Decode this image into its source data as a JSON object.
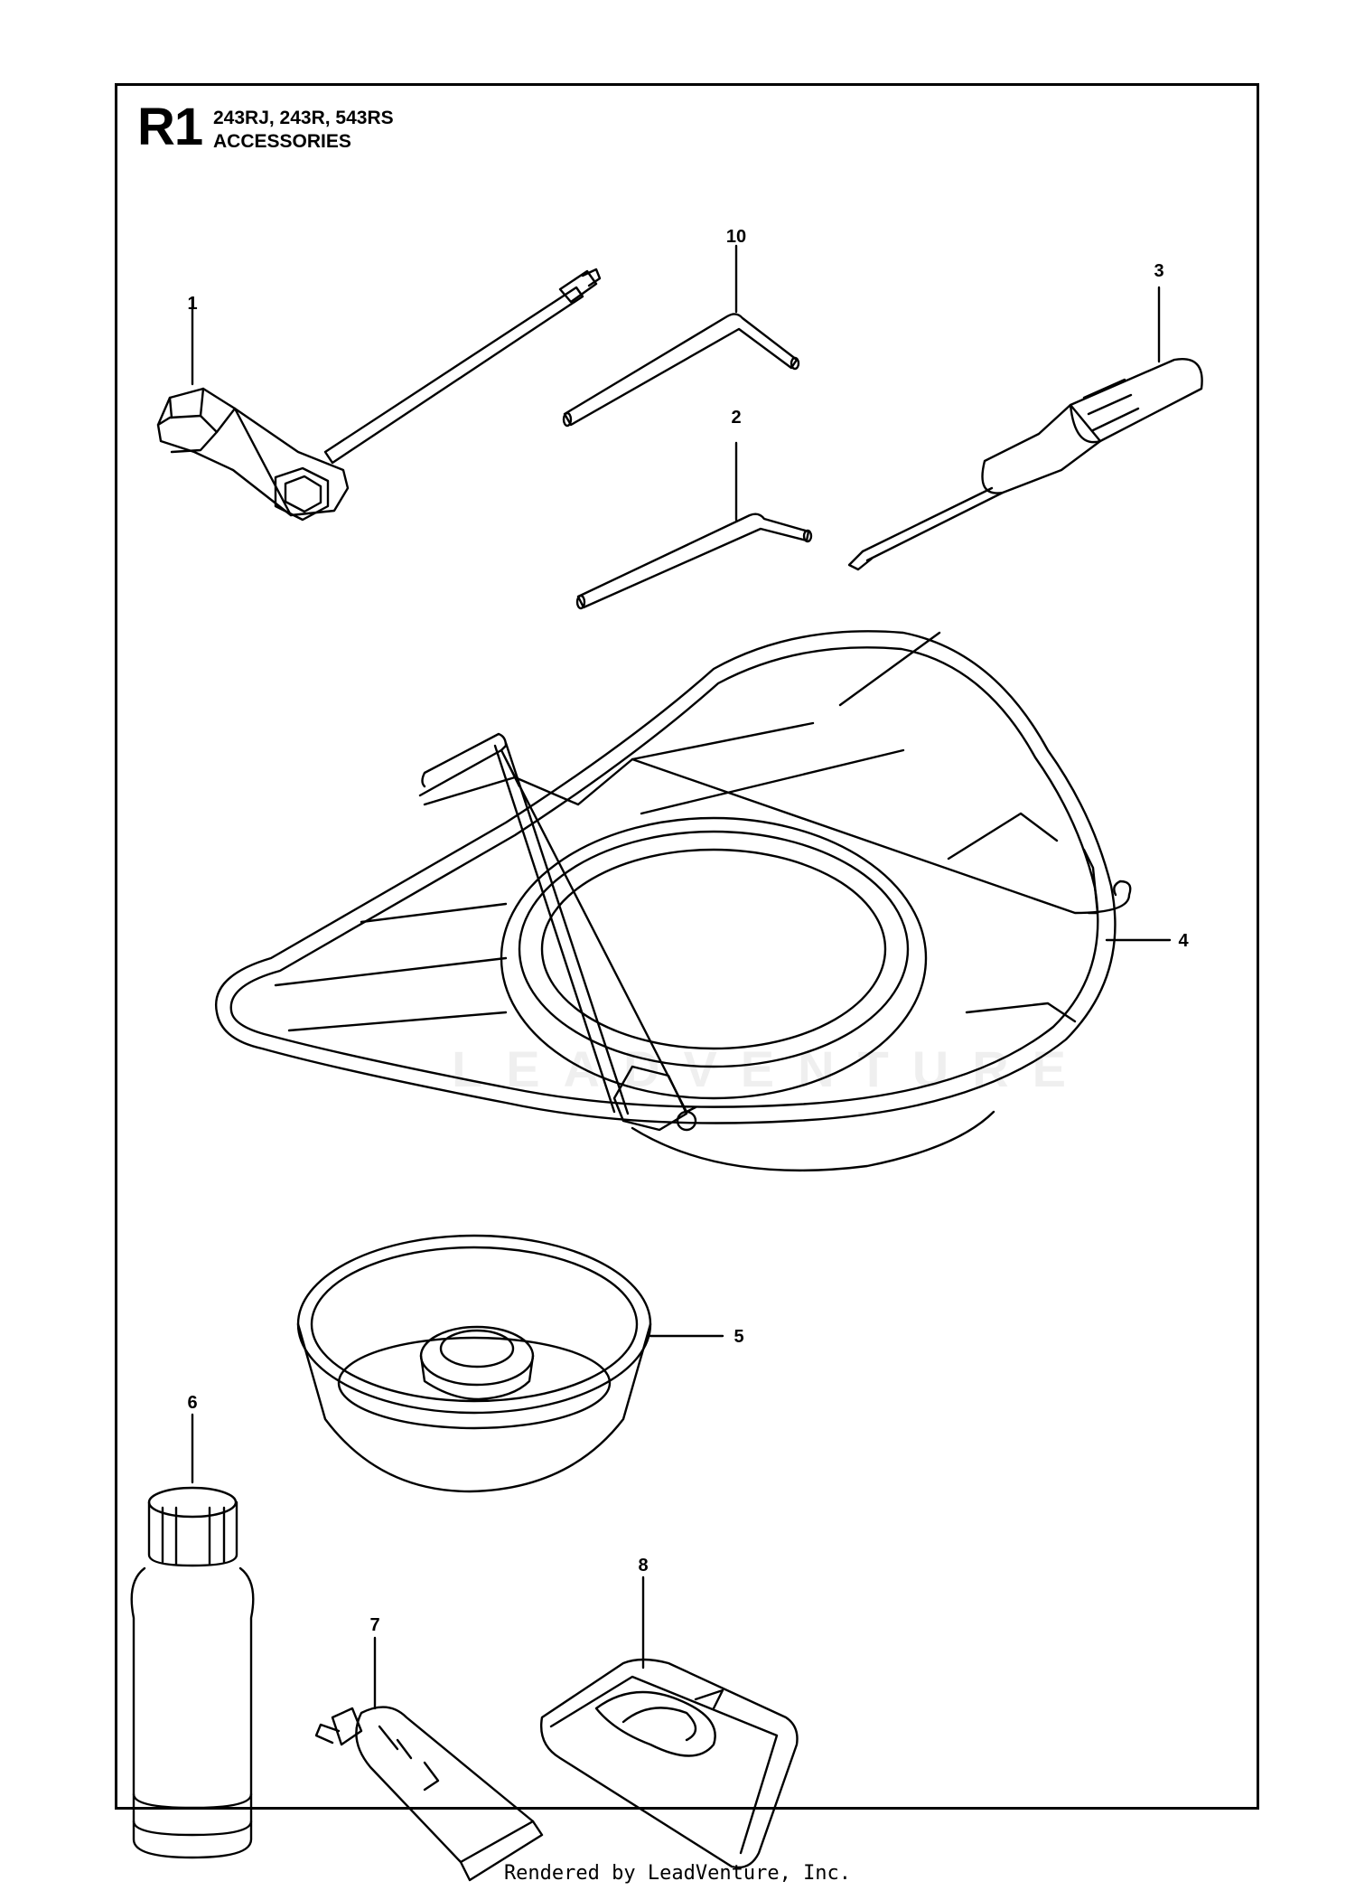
{
  "header": {
    "section_code": "R1",
    "models": "243RJ, 243R, 543RS",
    "title": "ACCESSORIES"
  },
  "callouts": [
    {
      "id": "1",
      "label": "1"
    },
    {
      "id": "10",
      "label": "10"
    },
    {
      "id": "3",
      "label": "3"
    },
    {
      "id": "2",
      "label": "2"
    },
    {
      "id": "4",
      "label": "4"
    },
    {
      "id": "5",
      "label": "5"
    },
    {
      "id": "6",
      "label": "6"
    },
    {
      "id": "7",
      "label": "7"
    },
    {
      "id": "8",
      "label": "8"
    }
  ],
  "watermark": "LEADVENTURE",
  "footer": "Rendered by LeadVenture, Inc."
}
